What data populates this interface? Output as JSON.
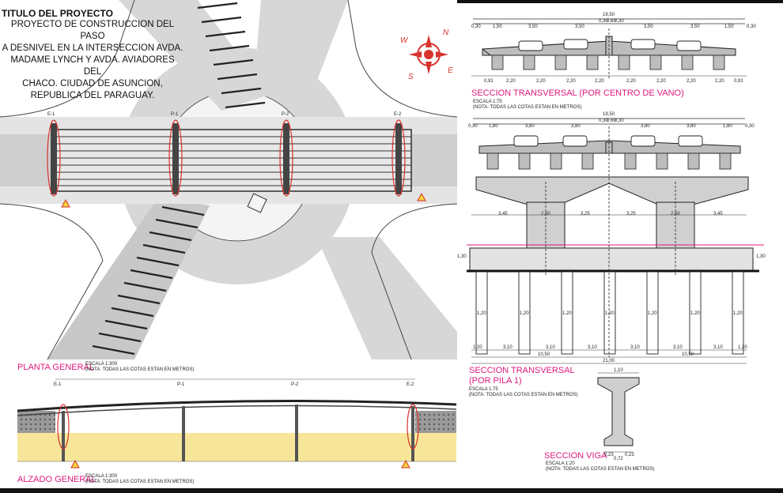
{
  "title": {
    "heading": "TITULO DEL PROYECTO",
    "lines": [
      "PROYECTO DE CONSTRUCCION DEL PASO",
      "A DESNIVEL EN LA INTERSECCION AVDA.",
      "MADAME LYNCH Y AVDA. AVIADORES DEL",
      "CHACO. CIUDAD DE ASUNCION,",
      "REPUBLICA DEL PARAGUAY."
    ]
  },
  "compass": {
    "n": "N",
    "s": "S",
    "e": "E",
    "w": "W"
  },
  "views": {
    "plan": {
      "title": "PLANTA GENERAL",
      "scale": "ESCALA 1:300",
      "note": "(NOTA: TODAS LAS COTAS ESTAN EN METROS)"
    },
    "elevation": {
      "title": "ALZADO GENERAL",
      "scale": "ESCALA 1:300",
      "note": "(NOTA: TODAS LAS COTAS ESTAN EN METROS)"
    },
    "section_span": {
      "title": "SECCION TRANSVERSAL  (POR CENTRO DE VANO)",
      "scale": "ESCALA 1:75",
      "note": "(NOTA: TODAS LAS COTAS ESTAN EN METROS)"
    },
    "section_pier": {
      "title1": "SECCION TRANSVERSAL",
      "title2": "(POR PILA 1)",
      "scale": "ESCALA 1:75",
      "note": "(NOTA: TODAS LAS COTAS ESTAN EN METROS)"
    },
    "section_beam": {
      "title": "SECCION VIGA",
      "scale": "ESCALA 1:20",
      "note": "(NOTA: TODAS LAS COTAS ESTAN EN METROS)"
    }
  },
  "dims": {
    "span_total": "19,50",
    "span_top": [
      "0,30",
      "1,50",
      "3,50",
      "3,50",
      "0,30",
      "0,60",
      "0,30",
      "3,50",
      "3,50",
      "1,50",
      "0,30"
    ],
    "span_bottom": [
      "0,91",
      "2,20",
      "2,20",
      "2,20",
      "2,20",
      "2,20",
      "2,20",
      "2,20",
      "2,20",
      "0,91"
    ],
    "pier_total": "19,50",
    "pier_top": [
      "0,30",
      "1,80",
      "3,80",
      "3,80",
      "0,30",
      "0,60",
      "0,30",
      "3,80",
      "3,80",
      "1,80",
      "0,30"
    ],
    "pier_mid": [
      "3,45",
      "2,00",
      "3,25",
      "3,25",
      "2,00",
      "3,45"
    ],
    "cap_height": "1,30",
    "pile_dia": "1,20",
    "pile_bottom": [
      "1,20",
      "3,10",
      "3,10",
      "3,10",
      "3,10",
      "3,10",
      "3,10",
      "1,20"
    ],
    "half_widths": [
      "10,50",
      "10,50"
    ],
    "total_width": "21,00",
    "beam_top": "1,10",
    "beam_bottom": [
      "0,23",
      "0,72",
      "0,23"
    ]
  },
  "plan_labels": {
    "e1": "E-1",
    "p1": "P-1",
    "p2": "P-2",
    "e2": "E-2"
  }
}
